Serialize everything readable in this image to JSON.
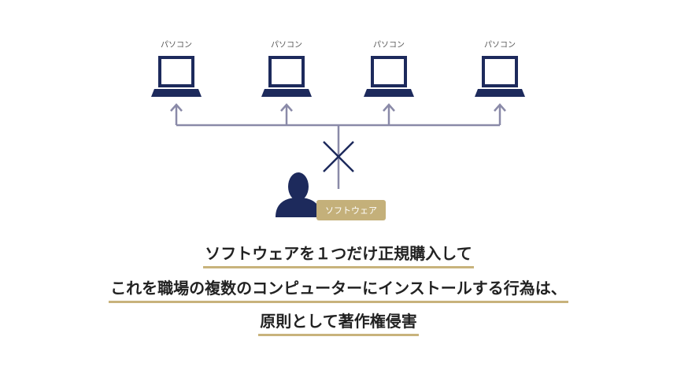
{
  "computers": [
    {
      "label": "パソコン"
    },
    {
      "label": "パソコン"
    },
    {
      "label": "パソコン"
    },
    {
      "label": "パソコン"
    }
  ],
  "software_badge": "ソフトウェア",
  "caption": {
    "line1": "ソフトウェアを１つだけ正規購入して",
    "line2": "これを職場の複数のコンピューターにインストールする行為は、",
    "line3": "原則として著作権侵害"
  },
  "colors": {
    "laptop": "#1d2a5c",
    "connector": "#8a8aa8",
    "person": "#1d2a5c",
    "badge": "#c4b07a",
    "underline": "#c8b37c"
  }
}
